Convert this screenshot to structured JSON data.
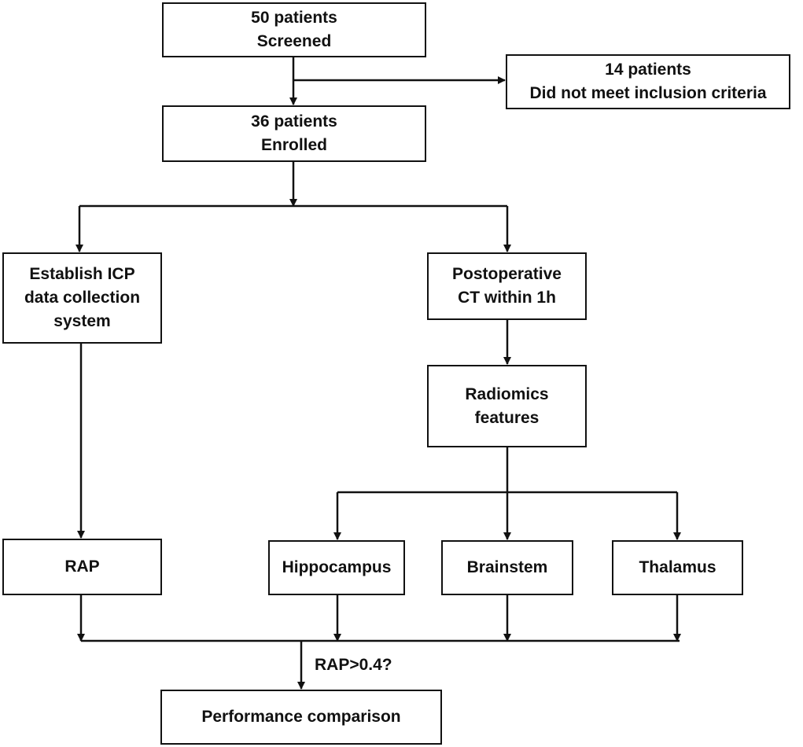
{
  "flowchart": {
    "screened": {
      "count": "50 patients",
      "status": "Screened"
    },
    "excluded": {
      "count": "14 patients",
      "status": "Did not meet inclusion criteria"
    },
    "enrolled": {
      "count": "36 patients",
      "status": "Enrolled"
    },
    "icp_system": {
      "lines": [
        "Establish ICP",
        "data collection",
        "system"
      ]
    },
    "postop_ct": {
      "lines": [
        "Postoperative",
        "CT within 1h"
      ]
    },
    "radiomics": {
      "lines": [
        "Radiomics",
        "features"
      ]
    },
    "regions": {
      "rap": "RAP",
      "hippocampus": "Hippocampus",
      "brainstem": "Brainstem",
      "thalamus": "Thalamus"
    },
    "threshold_label": "RAP>0.4?",
    "comparison": "Performance comparison"
  },
  "colors": {
    "line": "#111111",
    "box_fill": "#ffffff"
  }
}
